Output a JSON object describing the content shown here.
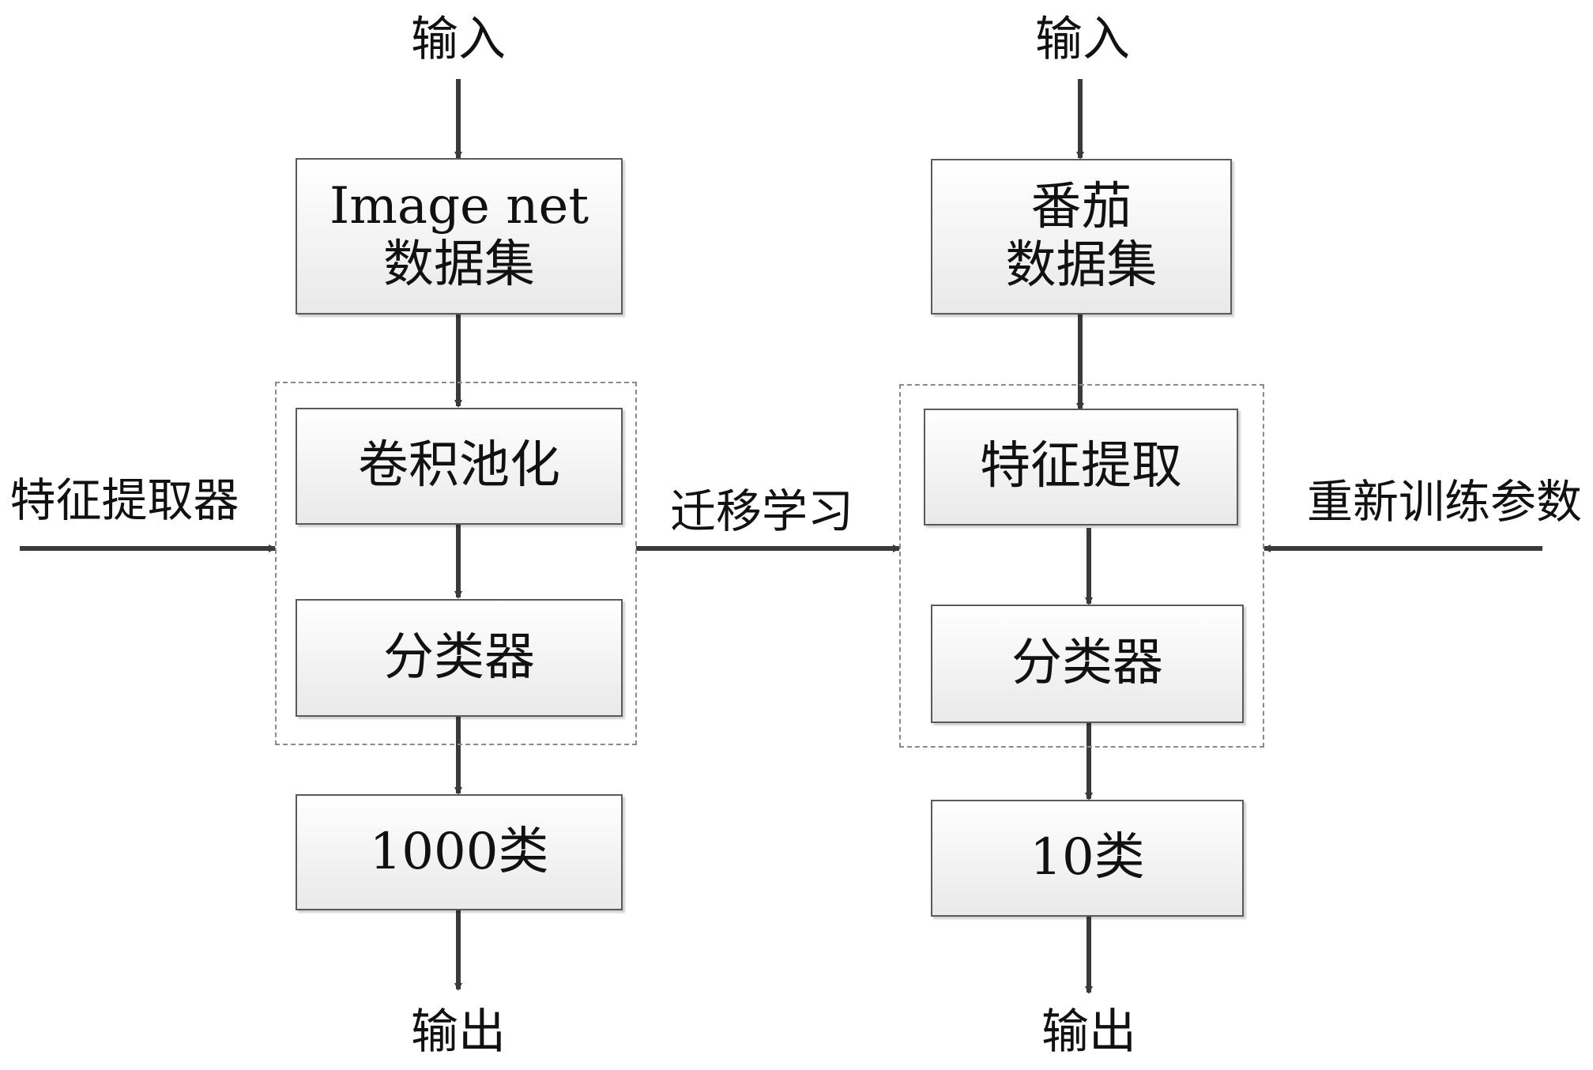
{
  "left": {
    "input": "输入",
    "dataset_line1": "Image net",
    "dataset_line2": "数据集",
    "conv_pool": "卷积池化",
    "classifier": "分类器",
    "result": "1000类",
    "output": "输出",
    "side_label": "特征提取器"
  },
  "transfer_label": "迁移学习",
  "right": {
    "input": "输入",
    "dataset_line1": "番茄",
    "dataset_line2": "数据集",
    "feature": "特征提取",
    "classifier": "分类器",
    "result": "10类",
    "output": "输出",
    "side_label": "重新训练参数"
  }
}
